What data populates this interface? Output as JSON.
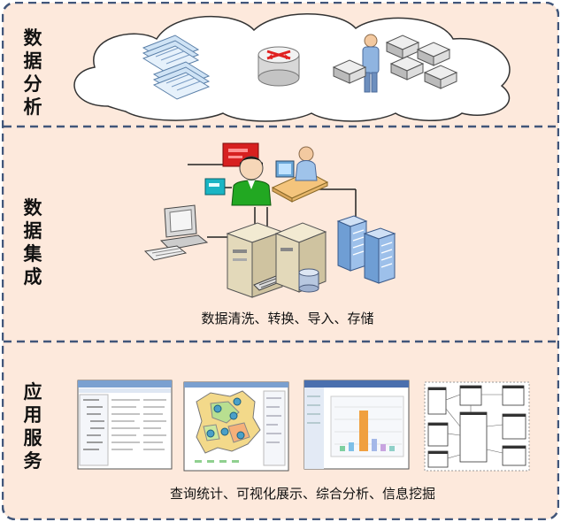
{
  "sections": [
    {
      "label": "数据分析",
      "caption": ""
    },
    {
      "label": "数据集成",
      "caption": "数据清洗、转换、导入、存储"
    },
    {
      "label": "应用服务",
      "caption": "查询统计、可视化展示、综合分析、信息挖掘"
    }
  ],
  "icons": {
    "analysis": [
      "document-stack-icon",
      "router-icon",
      "person-icon",
      "server-cluster-icon"
    ],
    "integration": [
      "monitor-icon",
      "operator-icon",
      "workstation-icon",
      "desktop-computer-icon",
      "tower-server-icon",
      "database-icon",
      "rack-server-icon"
    ],
    "apps": [
      "table-screenshot",
      "map-screenshot",
      "chart-screenshot",
      "schema-diagram"
    ]
  },
  "colors": {
    "panel_fill": "#fde9dc",
    "dash_border": "#41567a",
    "cloud_fill": "#ffffff",
    "accent_red": "#e02020",
    "accent_green": "#22a822"
  }
}
